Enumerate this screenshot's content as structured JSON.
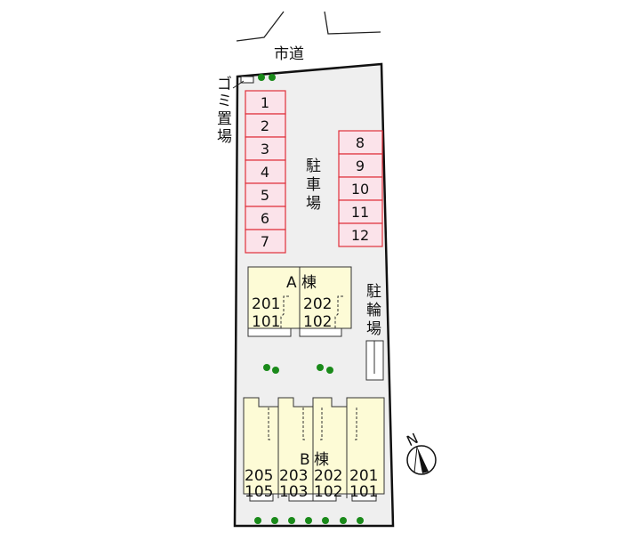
{
  "road_label": "市道",
  "garbage_label": [
    "ゴ",
    "ミ",
    "置",
    "場"
  ],
  "parking_label": [
    "駐",
    "車",
    "場"
  ],
  "bicycle_label": [
    "駐",
    "輪",
    "場"
  ],
  "parking_left": [
    "1",
    "2",
    "3",
    "4",
    "5",
    "6",
    "7"
  ],
  "parking_right": [
    "8",
    "9",
    "10",
    "11",
    "12"
  ],
  "building_a": {
    "name": "A",
    "suffix": "棟",
    "units": [
      {
        "upper": "201",
        "lower": "101"
      },
      {
        "upper": "202",
        "lower": "102"
      }
    ]
  },
  "building_b": {
    "name": "B",
    "suffix": "棟",
    "units": [
      {
        "upper": "205",
        "lower": "105"
      },
      {
        "upper": "203",
        "lower": "103"
      },
      {
        "upper": "202",
        "lower": "102"
      },
      {
        "upper": "201",
        "lower": "101"
      }
    ]
  },
  "compass_label": "N",
  "colors": {
    "lot": "#efefef",
    "parking_fill": "#fbe3ea",
    "parking_stroke": "#e0303a",
    "building_fill": "#fdfbd6",
    "tree": "#1a8a1a"
  }
}
